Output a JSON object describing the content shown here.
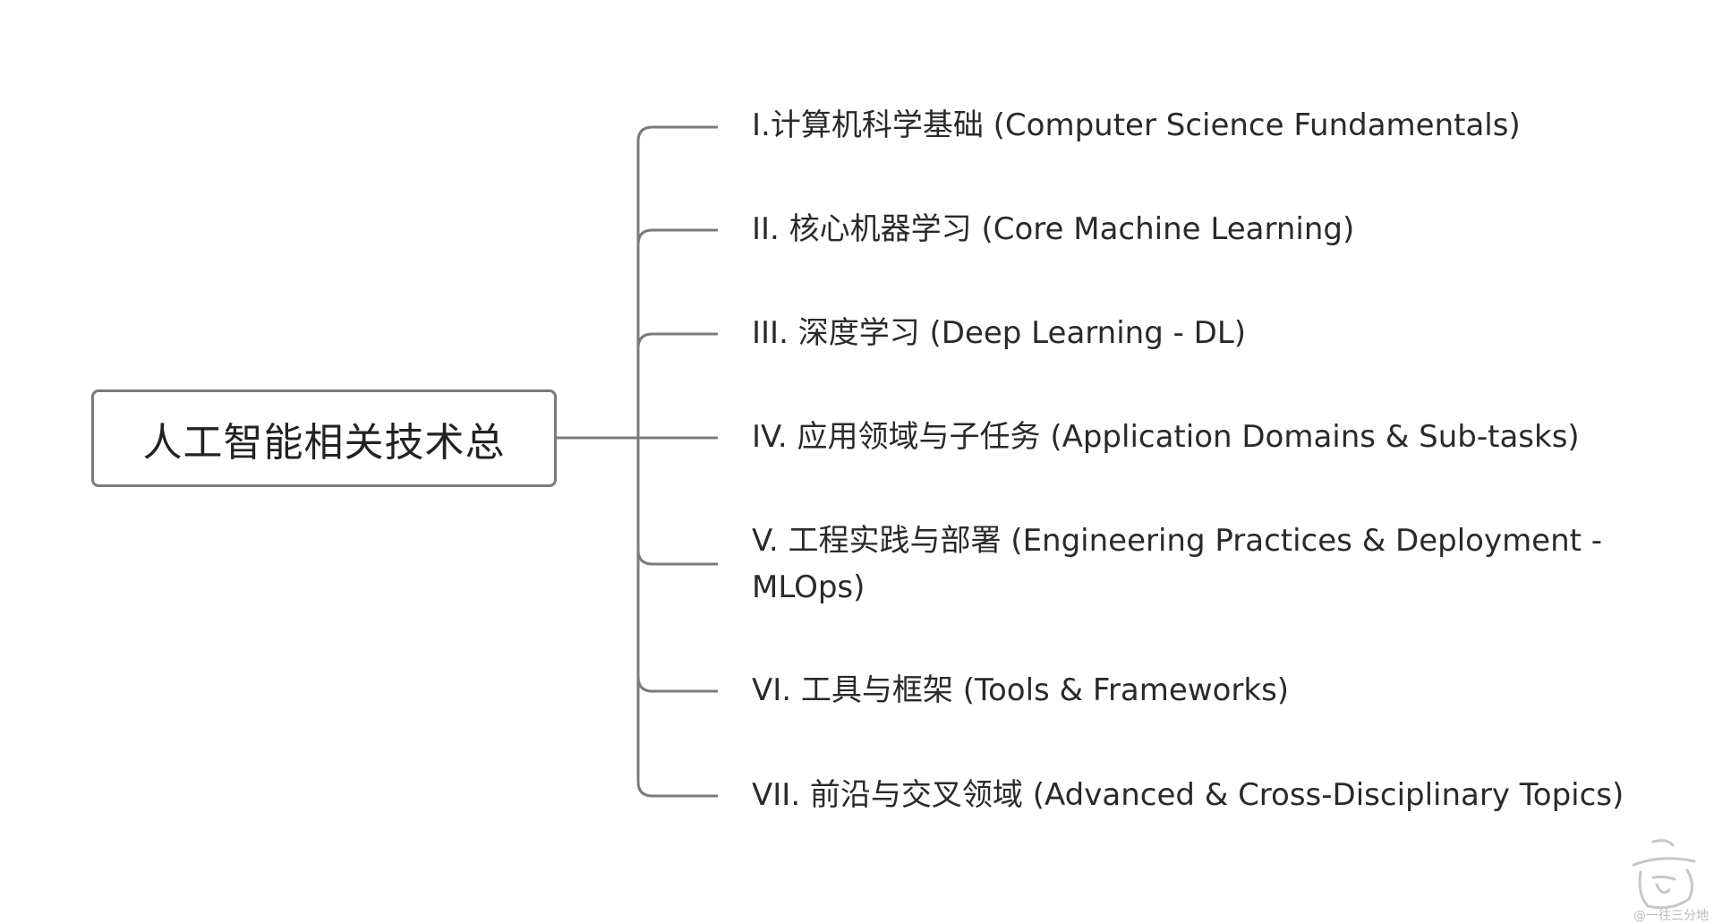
{
  "root": {
    "label": "人工智能相关技术总"
  },
  "branches": [
    {
      "label": "I.计算机科学基础 (Computer Science Fundamentals)"
    },
    {
      "label": "II. 核心机器学习 (Core Machine Learning)"
    },
    {
      "label": "III. 深度学习 (Deep Learning - DL)"
    },
    {
      "label": "IV. 应用领域与子任务 (Application Domains & Sub-tasks)"
    },
    {
      "label": "V. 工程实践与部署 (Engineering Practices & Deployment - MLOps)"
    },
    {
      "label": "VI. 工具与框架 (Tools & Frameworks)"
    },
    {
      "label": "VII. 前沿与交叉领域 (Advanced & Cross-Disciplinary Topics)"
    }
  ],
  "watermark": {
    "text": "@一往三分地"
  },
  "colors": {
    "connector": "#7b7b7b",
    "text": "#2a2a2a"
  }
}
